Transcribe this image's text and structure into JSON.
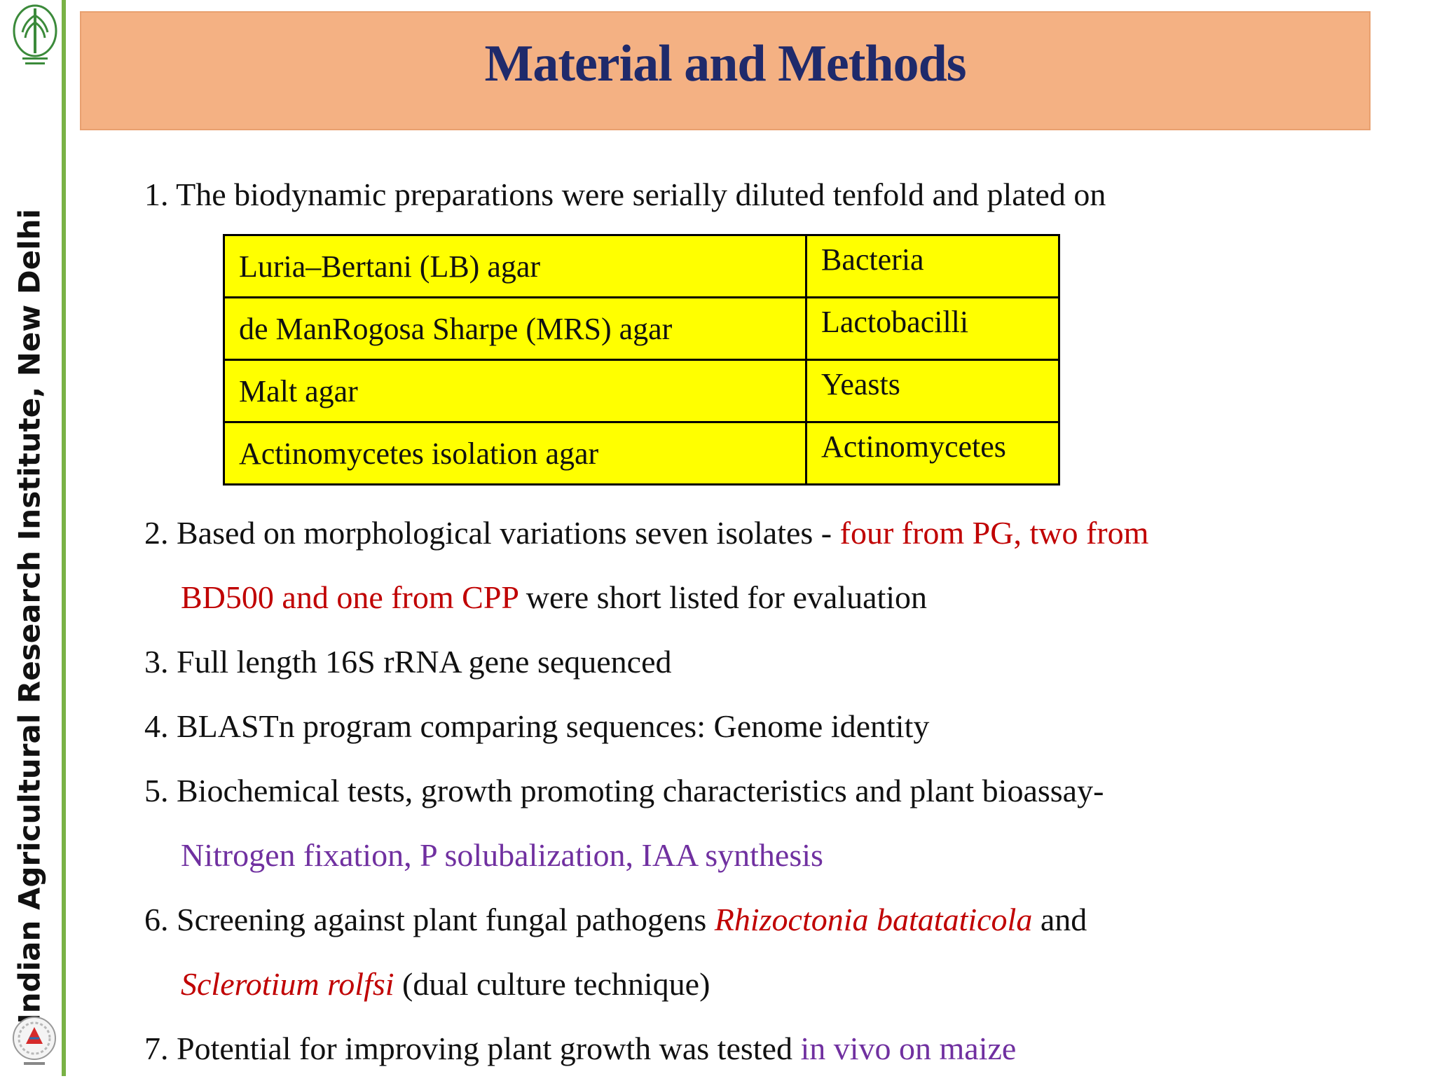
{
  "sidebar": {
    "institute": "Indian Agricultural Research Institute, New Delhi",
    "colors": {
      "border": "#79b245"
    }
  },
  "title": "Material and Methods",
  "items": [
    {
      "text": "1. The biodynamic preparations were serially diluted tenfold and plated on"
    },
    {
      "part1": "2. Based on morphological variations seven isolates - ",
      "red1": "four from PG, two from",
      "red2": "BD500 and one from CPP",
      "part2": " were short listed for evaluation"
    },
    {
      "text": "3. Full length 16S rRNA gene sequenced"
    },
    {
      "text": "4. BLASTn program comparing sequences: Genome identity"
    },
    {
      "part1": "5. Biochemical tests, growth promoting characteristics and plant bioassay-",
      "purple": "Nitrogen fixation, P solubalization, IAA synthesis"
    },
    {
      "part1": "6. Screening against plant fungal pathogens ",
      "italic1": "Rhizoctonia batataticola",
      "mid": " and",
      "italic2": "Sclerotium rolfsi",
      "part2": " (dual culture technique)"
    },
    {
      "part1": "7. Potential for improving plant growth was tested ",
      "purple": "in vivo on maize"
    }
  ],
  "media_table": [
    {
      "medium": "Luria–Bertani (LB) agar",
      "organism": "Bacteria"
    },
    {
      "medium": "de ManRogosa Sharpe (MRS) agar",
      "organism": "Lactobacilli"
    },
    {
      "medium": "Malt agar",
      "organism": "Yeasts"
    },
    {
      "medium": "Actinomycetes isolation agar",
      "organism": "Actinomycetes"
    }
  ],
  "colors": {
    "title_band": "#f4b183",
    "title_text": "#1f2a6b",
    "highlight_red": "#c00000",
    "highlight_purple": "#7030a0",
    "table_fill": "#ffff00"
  }
}
